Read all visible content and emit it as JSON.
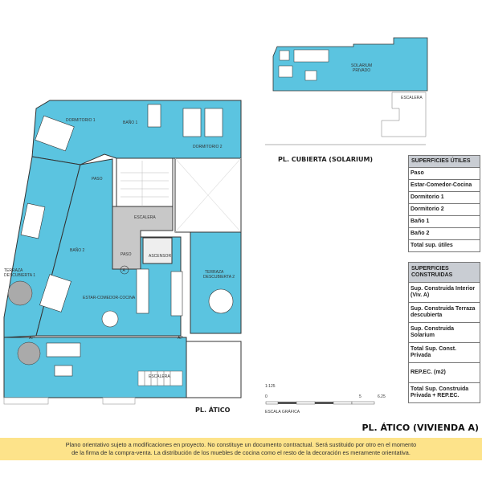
{
  "plan": {
    "rooms": {
      "dormitorio1": "DORMITORIO 1",
      "bano1": "BAÑO 1",
      "dormitorio2": "DORMITORIO 2",
      "paso1": "PASO",
      "escalera": "ESCALERA",
      "paso2": "PASO",
      "ascensor": "ASCENSOR",
      "bano2": "BAÑO 2",
      "terraza1_l1": "TERRAZA",
      "terraza1_l2": "DESCUBIERTA 1",
      "estar": "ESTAR-COMEDOR-COCINA",
      "terraza2_l1": "TERRAZA",
      "terraza2_l2": "DESCUBIERTA 2",
      "escalera_ext": "ESCALERA",
      "unit_marker": "A",
      "ap1": "AP",
      "ap2": "AP"
    },
    "plan_title": "PL. ÁTICO",
    "solarium": {
      "label_l1": "SOLARIUM",
      "label_l2": "PRIVADO",
      "escalera": "ESCALERA",
      "title": "PL. CUBIERTA (SOLARIUM)"
    },
    "scale": {
      "ratio": "1:125",
      "tick0": "0",
      "tick5": "5",
      "tick625": "6.25",
      "caption": "ESCALA GRÁFICA"
    }
  },
  "table_utiles": {
    "header": "SUPERFICIES ÚTILES",
    "rows": [
      "Paso",
      "Estar-Comedor-Cocina",
      "Dormitorio 1",
      "Dormitorio 2",
      "Baño 1",
      "Baño 2",
      "Total sup. útiles"
    ]
  },
  "table_construidas": {
    "header": "SUPERFICIES CONSTRUIDAS",
    "rows": [
      "Sup. Construida Interior (Viv. A)",
      "Sup. Construida Terraza descubierta",
      "Sup. Construida Solarium",
      "Total Sup. Const. Privada",
      "REP.EC. (m2)",
      "Total Sup. Construida Privada + REP.EC."
    ]
  },
  "page_title": "PL. ÁTICO (VIVIENDA A)",
  "footer": {
    "line1": "Plano orientativo sujeto a modificaciones en proyecto. No constituye un documento contractual. Será sustituido por otro en el momento",
    "line2": "de la firma de la compra-venta. La distribución de los muebles de cocina como el resto de la decoración es meramente orientativa."
  },
  "colors": {
    "room_blue": "#5bc4e0",
    "common_gray": "#c8c8c8",
    "footer_yellow": "#fde38a"
  }
}
